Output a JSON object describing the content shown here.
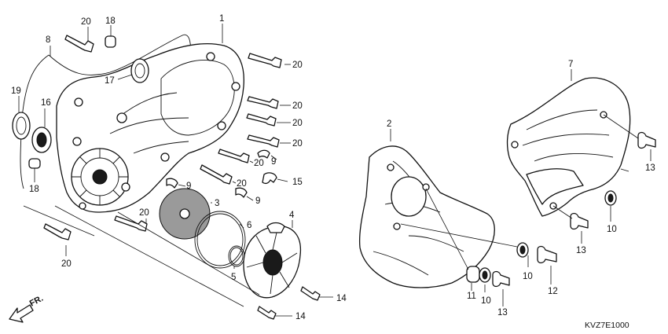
{
  "direction_label": "FR.",
  "diagram_code": "KVZ7E1000",
  "callouts": [
    {
      "id": "c1",
      "text": "1"
    },
    {
      "id": "c2",
      "text": "2"
    },
    {
      "id": "c3",
      "text": "3"
    },
    {
      "id": "c4",
      "text": "4"
    },
    {
      "id": "c5",
      "text": "5"
    },
    {
      "id": "c6",
      "text": "6"
    },
    {
      "id": "c7",
      "text": "7"
    },
    {
      "id": "c8",
      "text": "8"
    },
    {
      "id": "c9a",
      "text": "9"
    },
    {
      "id": "c9b",
      "text": "9"
    },
    {
      "id": "c9c",
      "text": "9"
    },
    {
      "id": "c10a",
      "text": "10"
    },
    {
      "id": "c10b",
      "text": "10"
    },
    {
      "id": "c10c",
      "text": "10"
    },
    {
      "id": "c11",
      "text": "11"
    },
    {
      "id": "c12",
      "text": "12"
    },
    {
      "id": "c13a",
      "text": "13"
    },
    {
      "id": "c13b",
      "text": "13"
    },
    {
      "id": "c13c",
      "text": "13"
    },
    {
      "id": "c14a",
      "text": "14"
    },
    {
      "id": "c14b",
      "text": "14"
    },
    {
      "id": "c15",
      "text": "15"
    },
    {
      "id": "c16",
      "text": "16"
    },
    {
      "id": "c17",
      "text": "17"
    },
    {
      "id": "c18a",
      "text": "18"
    },
    {
      "id": "c18b",
      "text": "18"
    },
    {
      "id": "c19",
      "text": "19"
    },
    {
      "id": "c20a",
      "text": "20"
    },
    {
      "id": "c20b",
      "text": "20"
    },
    {
      "id": "c20c",
      "text": "20"
    },
    {
      "id": "c20d",
      "text": "20"
    },
    {
      "id": "c20e",
      "text": "20"
    },
    {
      "id": "c20f",
      "text": "20"
    },
    {
      "id": "c20g",
      "text": "20"
    },
    {
      "id": "c20h",
      "text": "20"
    },
    {
      "id": "c20i",
      "text": "20"
    }
  ]
}
